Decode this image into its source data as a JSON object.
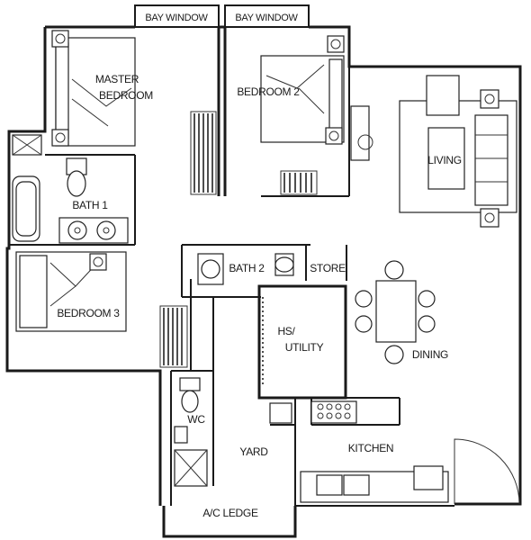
{
  "rooms": {
    "bay_window_1": "BAY WINDOW",
    "bay_window_2": "BAY WINDOW",
    "master_bedroom_line1": "MASTER",
    "master_bedroom_line2": "BEDROOM",
    "bedroom_2": "BEDROOM 2",
    "living": "LIVING",
    "bath_1": "BATH 1",
    "bath_2": "BATH 2",
    "store": "STORE",
    "bedroom_3": "BEDROOM 3",
    "hs_utility_line1": "HS/",
    "hs_utility_line2": "UTILITY",
    "dining": "DINING",
    "wc": "WC",
    "yard": "YARD",
    "kitchen": "KITCHEN",
    "ac_ledge": "A/C LEDGE"
  },
  "colors": {
    "wall": "#1a1a1a",
    "background": "#ffffff"
  }
}
